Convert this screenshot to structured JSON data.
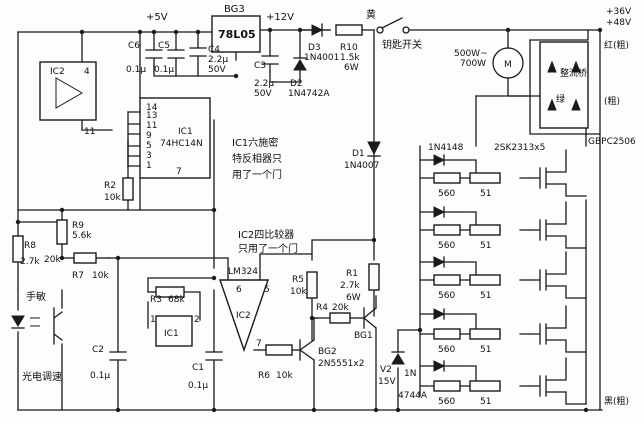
{
  "labels": {
    "plus5v": "+5V",
    "bg3": "BG3",
    "reg_78l05": "78L05",
    "plus12v": "+12V",
    "huang": "黄",
    "plus36v": "+36V",
    "plus48v": "+48V",
    "c6": "C6",
    "c6v": "0.1μ",
    "c5": "C5",
    "c5v": "0.1μ",
    "c4": "C4",
    "c4v": "2.2μ",
    "c4u": "50V",
    "d3": "D3",
    "d3v": "1N4001",
    "r10": "R10",
    "r10v": "1.5k",
    "r10p": "6W",
    "key_switch": "钥匙开关",
    "hong": "红(粗)",
    "ic2": "IC2",
    "pin4": "4",
    "pin11": "11",
    "pin14": "14",
    "pin13": "13",
    "pin11b": "11",
    "pin9": "9",
    "pin5": "5",
    "pin3": "3",
    "pin1": "1",
    "pin7": "7",
    "ic1_name": "IC1",
    "ic1_type": "74HC14N",
    "c3": "C3",
    "c3v": "2.2μ",
    "c3u": "50V",
    "d2": "D2",
    "d2v": "1N4742A",
    "power_rating": "500W~",
    "power_rating2": "700W",
    "motor": "M",
    "bridge": "整流桥",
    "lv": "绿",
    "cu": "(粗)",
    "gbpc": "GBPC2506",
    "r2": "R2",
    "r2v": "10k",
    "note_ic1_1": "IC1六施密",
    "note_ic1_2": "特反相器只",
    "note_ic1_3": "用了一个门",
    "d1": "D1",
    "d1v": "1N4007",
    "n4148": "1N4148",
    "mosfet": "2SK2313x5",
    "r9": "R9",
    "r9v": "5.6k",
    "note_ic2_1": "IC2四比较器",
    "note_ic2_2": "只用了一个门",
    "r8": "R8",
    "r8v": "2.7k",
    "k20": "20k",
    "r7": "R7",
    "r7v": "10k",
    "lm324": "LM324",
    "pin6": "6",
    "pin5b": "5",
    "r5": "R5",
    "r5v": "10k",
    "r1": "R1",
    "r1v": "2.7k",
    "r1p": "6W",
    "r3": "R3",
    "r3v": "68k",
    "ic1b": "IC1",
    "pin1b": "1",
    "pin2": "2",
    "ic2b": "IC2",
    "r4": "R4",
    "r4v": "20k",
    "shoumin": "手敏",
    "c2": "C2",
    "c2v": "0.1μ",
    "c1": "C1",
    "c1v": "0.1μ",
    "pin7b": "7",
    "r6": "R6",
    "r6v": "10k",
    "bg2": "BG2",
    "bg2v": "2N5551x2",
    "bg1": "BG1",
    "v2": "V2",
    "v2v": "15V",
    "d_1n": "1N",
    "d_4744": "4744A",
    "photo": "光电调速",
    "hei": "黑(粗)",
    "r560": "560",
    "r51": "51"
  },
  "gate_resistors": [
    {
      "series": "560",
      "gate": "51"
    },
    {
      "series": "560",
      "gate": "51"
    },
    {
      "series": "560",
      "gate": "51"
    },
    {
      "series": "560",
      "gate": "51"
    },
    {
      "series": "560",
      "gate": "51"
    }
  ]
}
